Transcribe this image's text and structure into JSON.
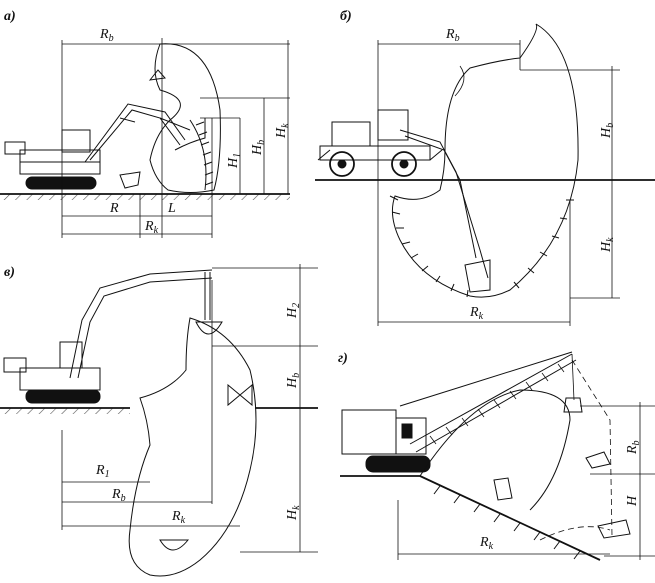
{
  "panels": {
    "a": {
      "tag": "а)",
      "labels": {
        "Rb": "R",
        "Rb_sub": "b",
        "R": "R",
        "L": "L",
        "Rk": "R",
        "Rk_sub": "k",
        "H1": "H",
        "H1_sub": "1",
        "Hb": "H",
        "Hb_sub": "b",
        "Hk": "H",
        "Hk_sub": "k"
      }
    },
    "b": {
      "tag": "б)",
      "labels": {
        "Rb": "R",
        "Rb_sub": "b",
        "Hb": "H",
        "Hb_sub": "b",
        "Hk": "H",
        "Hk_sub": "k",
        "Rk": "R",
        "Rk_sub": "k"
      }
    },
    "v": {
      "tag": "в)",
      "labels": {
        "H2": "H",
        "H2_sub": "2",
        "Hb": "H",
        "Hb_sub": "b",
        "Hk": "H",
        "Hk_sub": "k",
        "R1": "R",
        "R1_sub": "1",
        "Rb": "R",
        "Rb_sub": "b",
        "Rk": "R",
        "Rk_sub": "k"
      }
    },
    "g": {
      "tag": "г)",
      "labels": {
        "Rb": "R",
        "Rb_sub": "b",
        "H": "H",
        "Rk": "R",
        "Rk_sub": "k"
      }
    }
  }
}
